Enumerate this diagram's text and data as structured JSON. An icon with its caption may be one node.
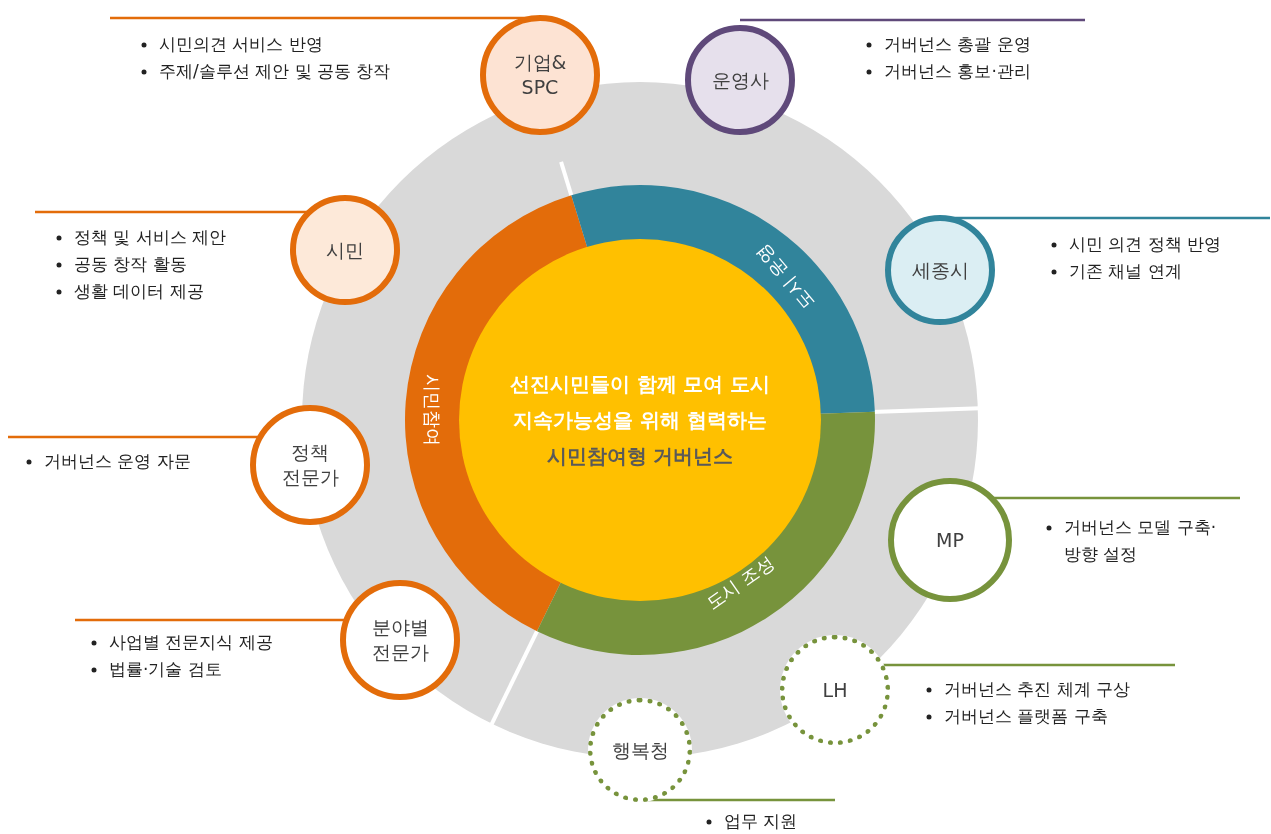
{
  "diagram": {
    "nodes": [
      {
        "text": [
          "선진시민들이 함께 모여 도시 지속가능성을 위해 협력하는",
          "시민참여형 거버넌스"
        ]
      },
      {
        "text": [
          "시민참여"
        ]
      },
      {
        "text": [
          "도시 운영"
        ]
      },
      {
        "text": [
          "도시 조성"
        ]
      },
      {
        "text": [
          "기업& SPC"
        ],
        "beside": [
          "시민의견 서비스 반영",
          "주제/솔루션 제안 및 공동 창작"
        ]
      },
      {
        "text": [
          "운영사"
        ],
        "beside": [
          "거버넌스 총괄 운영",
          "거버넌스 홍보·관리"
        ]
      },
      {
        "text": [
          "시민"
        ],
        "beside": [
          "정책 및 서비스 제안",
          "공동 창작 활동",
          "생활 데이터 제공"
        ]
      },
      {
        "text": [
          "세종시"
        ],
        "beside": [
          "시민 의견 정책 반영",
          "기존 채널 연계"
        ]
      },
      {
        "text": [
          "정책 전문가"
        ],
        "beside": [
          "거버넌스 운영 자문"
        ]
      },
      {
        "text": [
          "MP"
        ],
        "beside": [
          "거버넌스 모델 구축· 방향 설정"
        ]
      },
      {
        "text": [
          "분야별 전문가"
        ],
        "beside": [
          "사업별 전문지식 제공",
          "법률·기술 검토"
        ]
      },
      {
        "text": [
          "LH"
        ],
        "beside": [
          "거버넌스 추진 체계 구상",
          "거버넌스 플랫폼 구축"
        ]
      },
      {
        "text": [
          "행복청"
        ],
        "beside": [
          "업무 지원"
        ]
      }
    ]
  }
}
